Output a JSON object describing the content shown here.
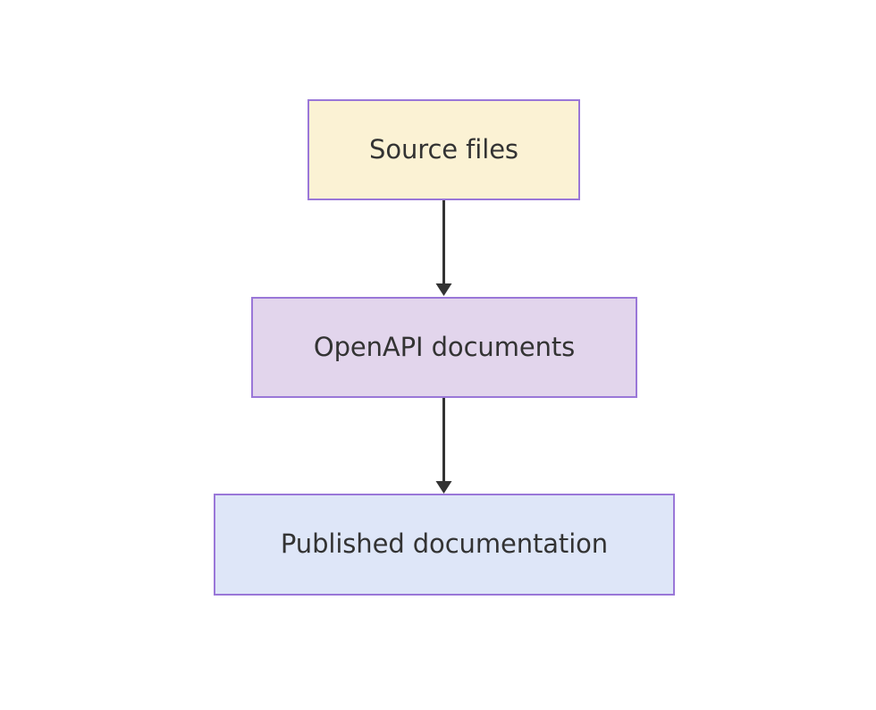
{
  "diagram": {
    "type": "flowchart",
    "direction": "top-to-bottom",
    "background_color": "#ffffff",
    "nodes": [
      {
        "id": "source",
        "label": "Source files",
        "shape": "rectangle",
        "fill_color": "#fbf2d4",
        "border_color": "#9a77d8",
        "text_color": "#333333"
      },
      {
        "id": "openapi",
        "label": "OpenAPI documents",
        "shape": "rectangle",
        "fill_color": "#e2d5ec",
        "border_color": "#9a77d8",
        "text_color": "#333333"
      },
      {
        "id": "published",
        "label": "Published documentation",
        "shape": "rectangle",
        "fill_color": "#dee6f8",
        "border_color": "#9a77d8",
        "text_color": "#333333"
      }
    ],
    "edges": [
      {
        "id": "edge-source-openapi",
        "from": "source",
        "to": "openapi",
        "label": "",
        "arrow": "arrowhead-down",
        "color": "#333333"
      },
      {
        "id": "edge-openapi-published",
        "from": "openapi",
        "to": "published",
        "label": "",
        "arrow": "arrowhead-down",
        "color": "#333333"
      }
    ]
  }
}
